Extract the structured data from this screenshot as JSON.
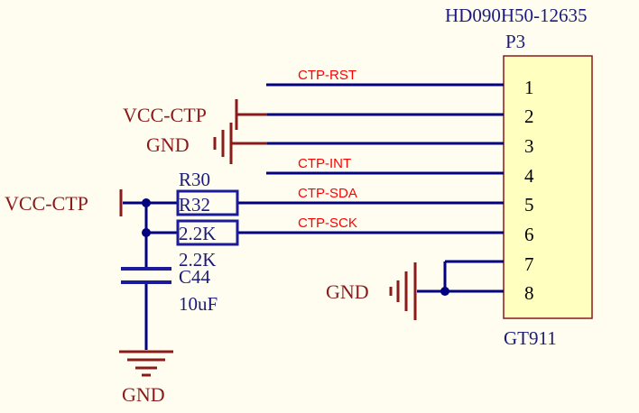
{
  "colors": {
    "background": "#fffdf0",
    "wire": "#000080",
    "power": "#8b1a1a",
    "net_label": "#ff0000",
    "component_text": "#1a1a7a",
    "connector_fill": "#ffffc0",
    "connector_stroke": "#8b1a1a",
    "pin_number": "#000000"
  },
  "connector": {
    "part_number": "HD090H50-12635",
    "designator": "P3",
    "comment": "GT911",
    "pins": [
      "1",
      "2",
      "3",
      "4",
      "5",
      "6",
      "7",
      "8"
    ]
  },
  "nets": {
    "ctp_rst": "CTP-RST",
    "ctp_int": "CTP-INT",
    "ctp_sda": "CTP-SDA",
    "ctp_sck": "CTP-SCK"
  },
  "power": {
    "vcc_top": "VCC-CTP",
    "gnd_top": "GND",
    "vcc_left": "VCC-CTP",
    "gnd_bottom": "GND",
    "gnd_right": "GND"
  },
  "components": {
    "r30": {
      "designator": "R30",
      "value": "2.2K"
    },
    "r32": {
      "designator": "R32",
      "value": "2.2K"
    },
    "c44": {
      "designator": "C44",
      "value": "10uF"
    }
  }
}
